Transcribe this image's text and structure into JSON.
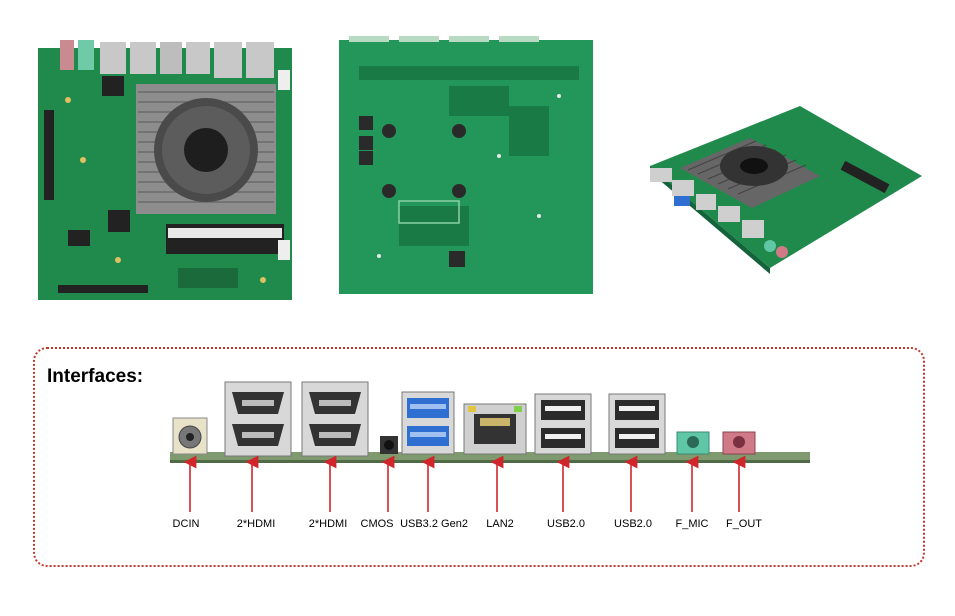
{
  "section_title": "Interfaces:",
  "ports": [
    {
      "label": "DCIN"
    },
    {
      "label": "2*HDMI"
    },
    {
      "label": "2*HDMI"
    },
    {
      "label": "CMOS"
    },
    {
      "label": "USB3.2 Gen2"
    },
    {
      "label": "LAN2"
    },
    {
      "label": "USB2.0"
    },
    {
      "label": "USB2.0"
    },
    {
      "label": "F_MIC"
    },
    {
      "label": "F_OUT"
    }
  ],
  "colors": {
    "pcb": "#1f8a4c",
    "pcb_dark": "#14633a",
    "arrow": "#d0262b",
    "border": "#c0392b",
    "usb3_blue": "#2f6fd1",
    "mic_green": "#5fc7a6",
    "out_pink": "#d07a88"
  }
}
